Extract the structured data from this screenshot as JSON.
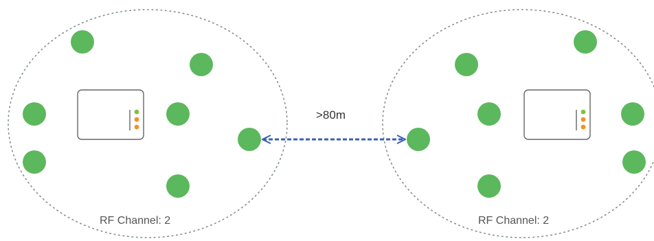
{
  "colors": {
    "node": "#5cb85c",
    "zone_outline": "#7f8c8d",
    "device_border": "#666666",
    "led_green": "#7cc33a",
    "led_orange": "#f5911e",
    "link": "#3b5fb5",
    "label_text": "#555555"
  },
  "link": {
    "distance_label": ">80m",
    "style": "dashed-double-arrow"
  },
  "zones": [
    {
      "label": "RF Channel: 2",
      "device_icon": "access-point-icon",
      "node_count": 7
    },
    {
      "label": "RF Channel: 2",
      "device_icon": "access-point-icon",
      "node_count": 7
    }
  ]
}
